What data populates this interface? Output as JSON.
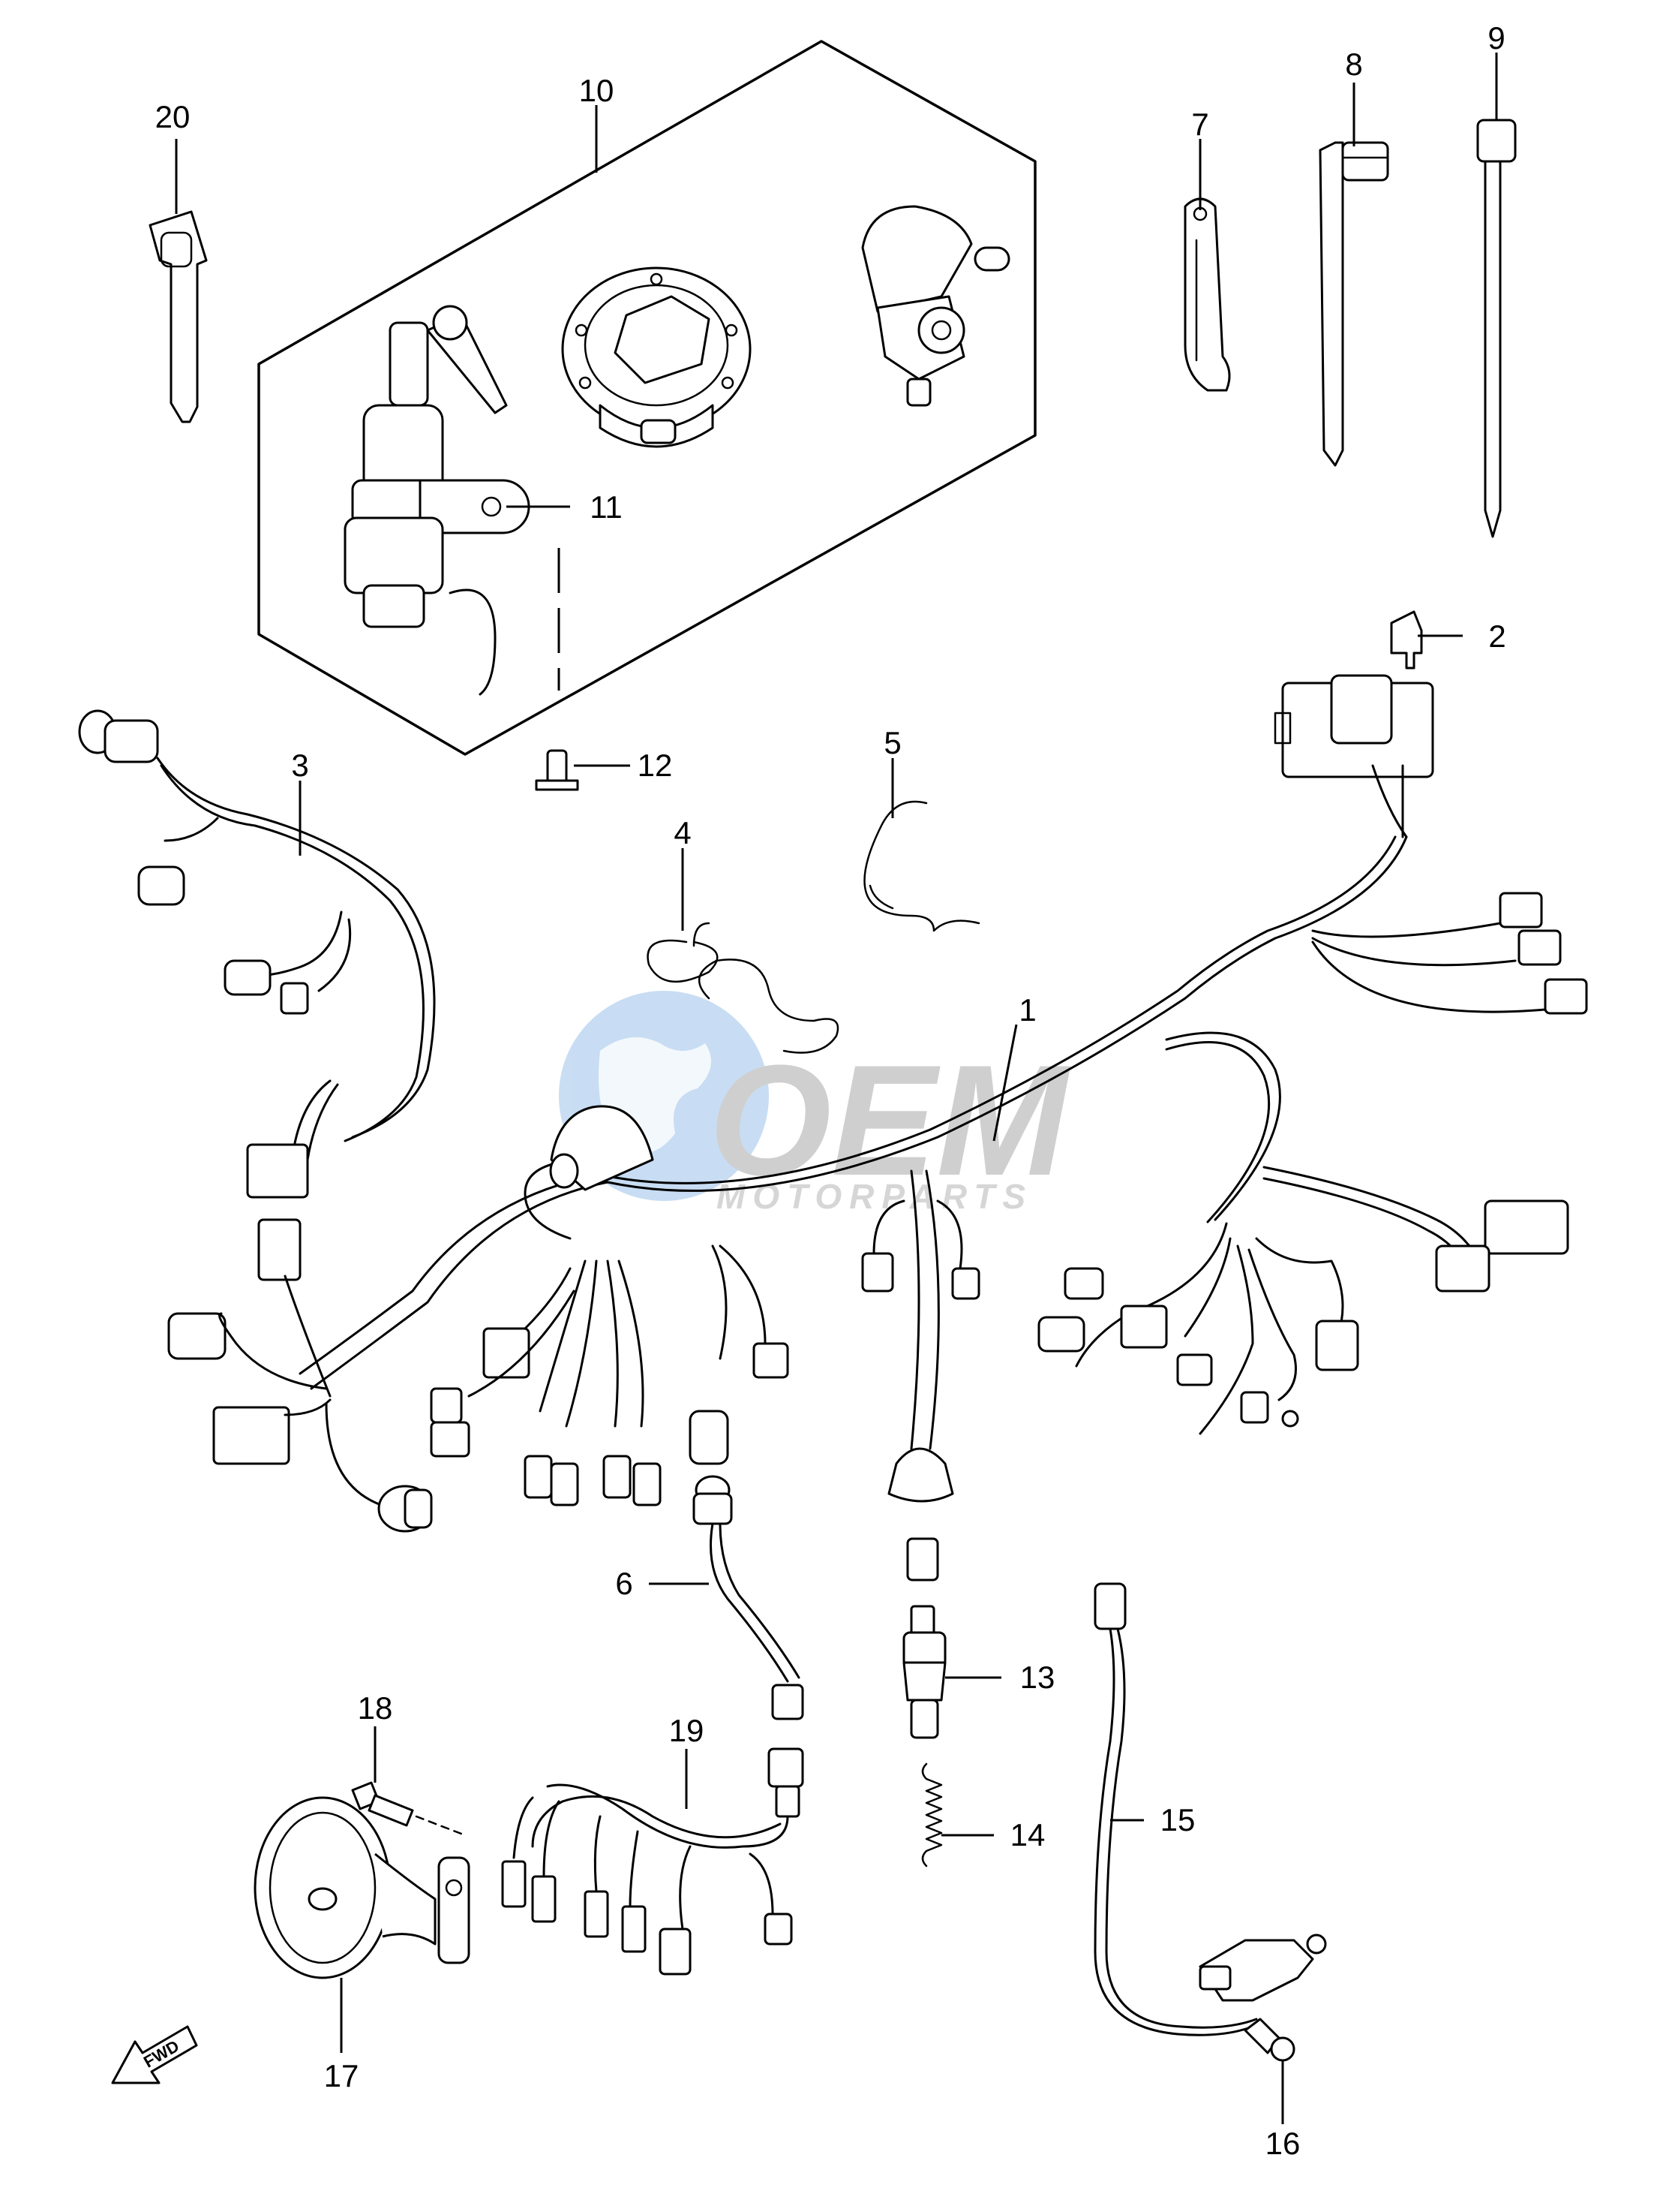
{
  "callouts": [
    {
      "id": "c1",
      "label": "1"
    },
    {
      "id": "c2",
      "label": "2"
    },
    {
      "id": "c3",
      "label": "3"
    },
    {
      "id": "c4",
      "label": "4"
    },
    {
      "id": "c5",
      "label": "5"
    },
    {
      "id": "c6",
      "label": "6"
    },
    {
      "id": "c7",
      "label": "7"
    },
    {
      "id": "c8",
      "label": "8"
    },
    {
      "id": "c9",
      "label": "9"
    },
    {
      "id": "c10",
      "label": "10"
    },
    {
      "id": "c11",
      "label": "11"
    },
    {
      "id": "c12",
      "label": "12"
    },
    {
      "id": "c13",
      "label": "13"
    },
    {
      "id": "c14",
      "label": "14"
    },
    {
      "id": "c15",
      "label": "15"
    },
    {
      "id": "c16",
      "label": "16"
    },
    {
      "id": "c17",
      "label": "17"
    },
    {
      "id": "c18",
      "label": "18"
    },
    {
      "id": "c19",
      "label": "19"
    },
    {
      "id": "c20",
      "label": "20"
    }
  ],
  "fwd_arrow_label": "FWD",
  "watermark": {
    "brand": "OEM",
    "subtitle": "MOTORPARTS",
    "colors": {
      "globe": "#9cc3ea",
      "text": "#b8b8b8"
    }
  }
}
